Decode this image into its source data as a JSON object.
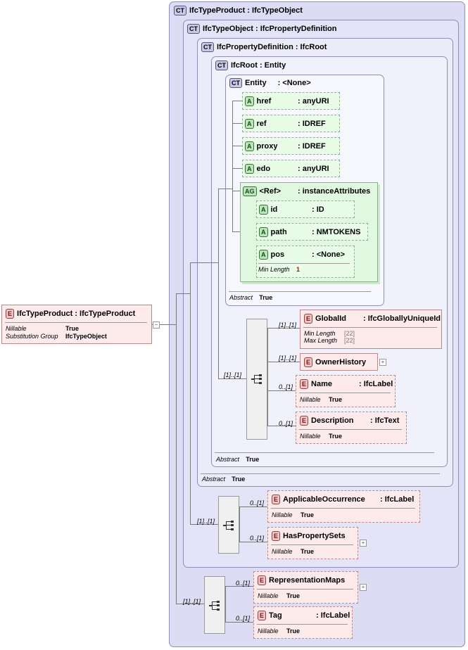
{
  "complex_types": {
    "ifc_type_product": {
      "badge": "CT",
      "title": "IfcTypeProduct : IfcTypeObject"
    },
    "ifc_type_object": {
      "badge": "CT",
      "title": "IfcTypeObject : IfcPropertyDefinition"
    },
    "ifc_property_definition": {
      "badge": "CT",
      "title": "IfcPropertyDefinition : IfcRoot"
    },
    "ifc_root": {
      "badge": "CT",
      "title": "IfcRoot   : Entity"
    },
    "entity": {
      "badge": "CT",
      "name": "Entity",
      "type": ": <None>"
    }
  },
  "root_element": {
    "badge": "E",
    "title": "IfcTypeProduct : IfcTypeProduct",
    "props": [
      {
        "k": "Nillable",
        "v": "True"
      },
      {
        "k": "Substitution Group",
        "v": "IfcTypeObject"
      }
    ]
  },
  "attributes": [
    {
      "badge": "A",
      "name": "href",
      "type": ": anyURI"
    },
    {
      "badge": "A",
      "name": "ref",
      "type": ": IDREF"
    },
    {
      "badge": "A",
      "name": "proxy",
      "type": ": IDREF"
    },
    {
      "badge": "A",
      "name": "edo",
      "type": ": anyURI"
    }
  ],
  "attribute_group": {
    "badge": "AG",
    "name": "<Ref>",
    "type": ": instanceAttributes",
    "attrs": [
      {
        "badge": "A",
        "name": "id",
        "type": ": ID"
      },
      {
        "badge": "A",
        "name": "path",
        "type": ": NMTOKENS"
      },
      {
        "badge": "A",
        "name": "pos",
        "type": ": <None>",
        "prop": "Min Length",
        "value": "1"
      }
    ]
  },
  "abstract_label": "Abstract",
  "abstract_value": "True",
  "ifcroot_elements": [
    {
      "badge": "E",
      "name": "GlobalId",
      "type": ": IfcGloballyUniqueId",
      "mult": "[1]..[1]",
      "props": [
        {
          "k": "Min Length",
          "v": "[22]"
        },
        {
          "k": "Max Length",
          "v": "[22]"
        }
      ]
    },
    {
      "badge": "E",
      "name": "OwnerHistory",
      "type": "",
      "mult": "[1]..[1]"
    },
    {
      "badge": "E",
      "name": "Name",
      "type": ": IfcLabel",
      "mult": "0..[1]",
      "props": [
        {
          "k": "Nillable",
          "v": "True"
        }
      ]
    },
    {
      "badge": "E",
      "name": "Description",
      "type": ": IfcText",
      "mult": "0..[1]",
      "props": [
        {
          "k": "Nillable",
          "v": "True"
        }
      ]
    }
  ],
  "ifcroot_seq_mult": "[1]..[1]",
  "typeobject_elements": [
    {
      "badge": "E",
      "name": "ApplicableOccurrence",
      "type": ": IfcLabel",
      "mult": "0..[1]",
      "props": [
        {
          "k": "Nillable",
          "v": "True"
        }
      ]
    },
    {
      "badge": "E",
      "name": "HasPropertySets",
      "type": "",
      "mult": "0..[1]",
      "props": [
        {
          "k": "Nillable",
          "v": "True"
        }
      ]
    }
  ],
  "typeobject_seq_mult": "[1]..[1]",
  "typeproduct_elements": [
    {
      "badge": "E",
      "name": "RepresentationMaps",
      "type": "",
      "mult": "0..[1]",
      "props": [
        {
          "k": "Nillable",
          "v": "True"
        }
      ]
    },
    {
      "badge": "E",
      "name": "Tag",
      "type": ": IfcLabel",
      "mult": "0..[1]",
      "props": [
        {
          "k": "Nillable",
          "v": "True"
        }
      ]
    }
  ],
  "typeproduct_seq_mult": "[1]..[1]",
  "icons": {
    "sequence": "sequence-compositor-icon",
    "expand": "expand-plus-icon",
    "collapse": "collapse-minus-icon"
  }
}
